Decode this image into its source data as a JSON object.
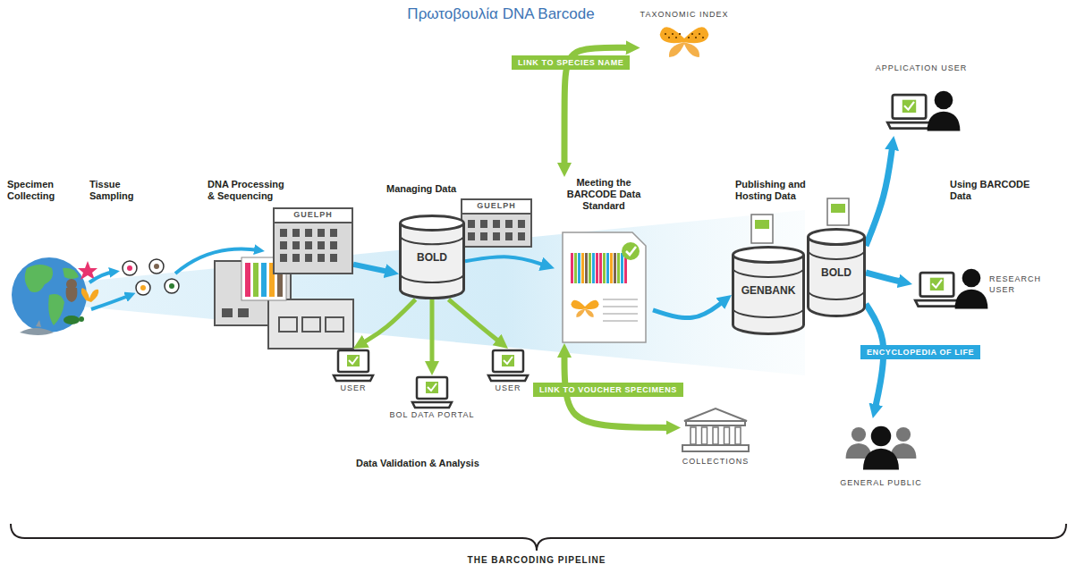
{
  "diagram": {
    "title": "Πρωτοβουλία DNA Barcode",
    "nodes": [
      {
        "text": [
          "GUELPH"
        ]
      },
      {
        "text": [
          "GUELPH"
        ]
      },
      {
        "text": [
          "BOLD"
        ]
      },
      {
        "text": [
          "USER"
        ]
      },
      {
        "text": [
          "BOL DATA PORTAL"
        ]
      },
      {
        "text": [
          "USER"
        ]
      },
      {
        "text": [
          "Meeting the BARCODE Data Standard"
        ]
      },
      {
        "text": [
          "TAXONOMIC INDEX"
        ]
      },
      {
        "text": [
          "COLLECTIONS"
        ]
      },
      {
        "text": [
          "GENBANK"
        ]
      },
      {
        "text": [
          "BOLD"
        ]
      },
      {
        "text": [
          "APPLICATION USER"
        ]
      },
      {
        "text": [
          "RESEARCH USER"
        ]
      },
      {
        "text": [
          "GENERAL PUBLIC"
        ]
      }
    ],
    "edges": [
      {
        "from": 0,
        "to": 2,
        "arrow": "to"
      },
      {
        "from": 2,
        "to": 3,
        "arrow": "to"
      },
      {
        "from": 2,
        "to": 4,
        "arrow": "to"
      },
      {
        "from": 2,
        "to": 5,
        "arrow": "to"
      },
      {
        "from": 2,
        "to": 6,
        "arrow": "to"
      },
      {
        "from": 6,
        "to": 7,
        "label": "LINK TO SPECIES NAME",
        "arrow": "both"
      },
      {
        "from": 6,
        "to": 8,
        "label": "LINK TO VOUCHER SPECIMENS",
        "arrow": "both"
      },
      {
        "from": 6,
        "to": 9,
        "arrow": "to"
      },
      {
        "from": 10,
        "to": 11,
        "arrow": "to"
      },
      {
        "from": 10,
        "to": 12,
        "arrow": "to"
      },
      {
        "from": 10,
        "to": 13,
        "label": "ENCYCLOPEDIA OF LIFE",
        "arrow": "to"
      }
    ],
    "labels": [
      "Specimen Collecting",
      "Tissue Sampling",
      "DNA Processing & Sequencing",
      "Managing Data",
      "Data Validation & Analysis",
      "Publishing and Hosting Data",
      "Using BARCODE Data",
      "THE BARCODING PIPELINE"
    ]
  }
}
